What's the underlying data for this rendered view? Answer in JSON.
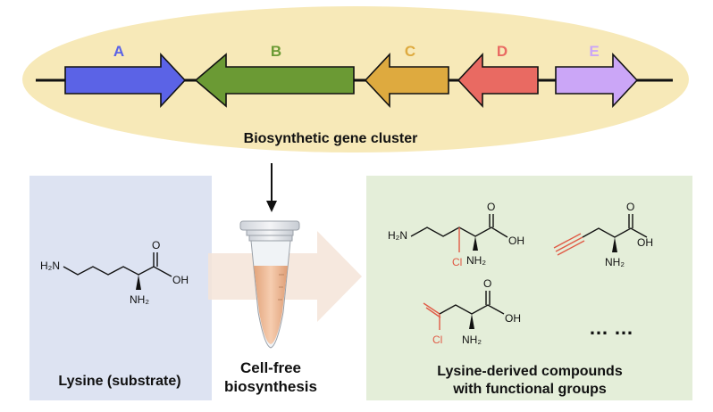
{
  "gene_cluster": {
    "genes": [
      {
        "label": "A",
        "color": "#5b63e6"
      },
      {
        "label": "B",
        "color": "#6b9a34"
      },
      {
        "label": "C",
        "color": "#deaa3f"
      },
      {
        "label": "D",
        "color": "#e96a62"
      },
      {
        "label": "E",
        "color": "#cba6f7"
      }
    ],
    "caption": "Biosynthetic gene cluster",
    "ellipse_color": "#f7e9b8"
  },
  "substrate": {
    "caption": "Lysine (substrate)",
    "panel_color": "#dde3f2",
    "atoms": {
      "h2n": "H2N",
      "oh": "OH",
      "nh2": "NH2"
    }
  },
  "reaction": {
    "caption_line1": "Cell-free",
    "caption_line2": "biosynthesis"
  },
  "products": {
    "caption_line1": "Lysine-derived compounds",
    "caption_line2": "with functional groups",
    "panel_color": "#e4eed9",
    "ellipsis": "… …",
    "atoms": {
      "h2n": "H2N",
      "oh": "OH",
      "nh2": "NH2",
      "o": "O",
      "cl": "Cl"
    }
  },
  "colors": {
    "accent_red": "#e05a45"
  }
}
